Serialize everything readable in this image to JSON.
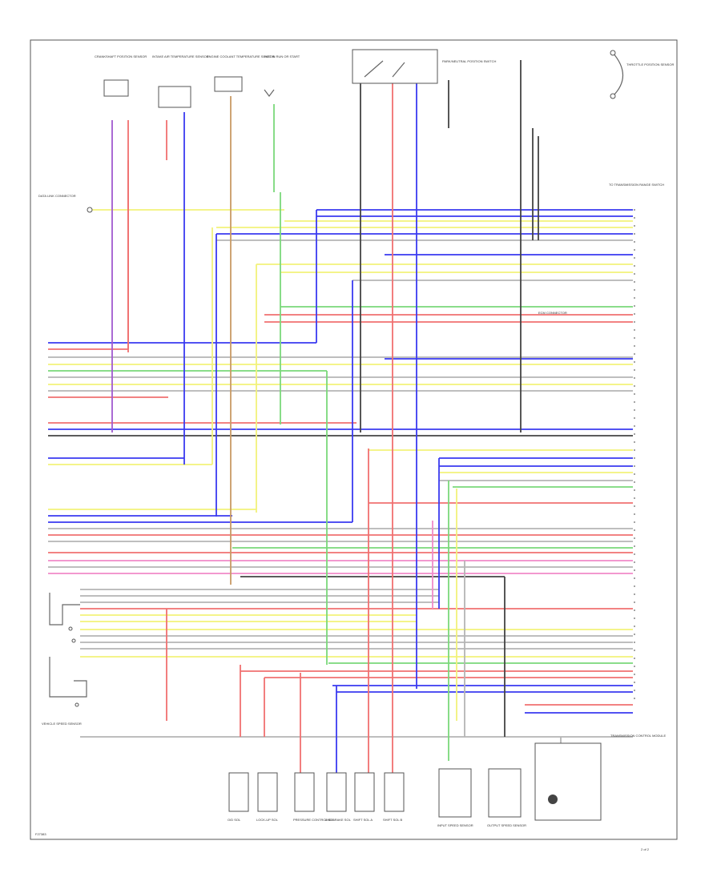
{
  "diagram": {
    "page_number": "2 of 2",
    "footer_code": "F27383",
    "colors": {
      "blue": "#3a3af0",
      "red": "#f07070",
      "yellow": "#f2f27a",
      "green": "#7ad87a",
      "pink": "#f08ac8",
      "gray": "#b4b4b4",
      "black": "#444444",
      "brown": "#c89a64",
      "violet": "#a05ad0",
      "orange": "#f0a050"
    },
    "top_components": [
      "CRANKSHAFT POSITION SENSOR",
      "INTAKE AIR TEMPERATURE SENSOR",
      "ENGINE COOLANT TEMPERATURE SENSOR",
      "HOT IN RUN OR START",
      "PARK/NEUTRAL POSITION SWITCH",
      "THROTTLE POSITION SENSOR"
    ],
    "side_labels": {
      "left": "DATA LINK CONNECTOR",
      "right_top": "TO TRANSMISSION RANGE SWITCH",
      "connector": "ECM CONNECTOR",
      "bottom_left": "VEHICLE SPEED SENSOR",
      "bottom_right": "TRANSMISSION CONTROL MODULE"
    },
    "bottom_components": [
      "O/D SOL",
      "LOCK-UP SOL",
      "PRESSURE CONTROL SOL",
      "2ND BRAKE SOL",
      "SHIFT SOL A",
      "SHIFT SOL B",
      "INPUT SPEED SENSOR",
      "OUTPUT SPEED SENSOR"
    ]
  }
}
